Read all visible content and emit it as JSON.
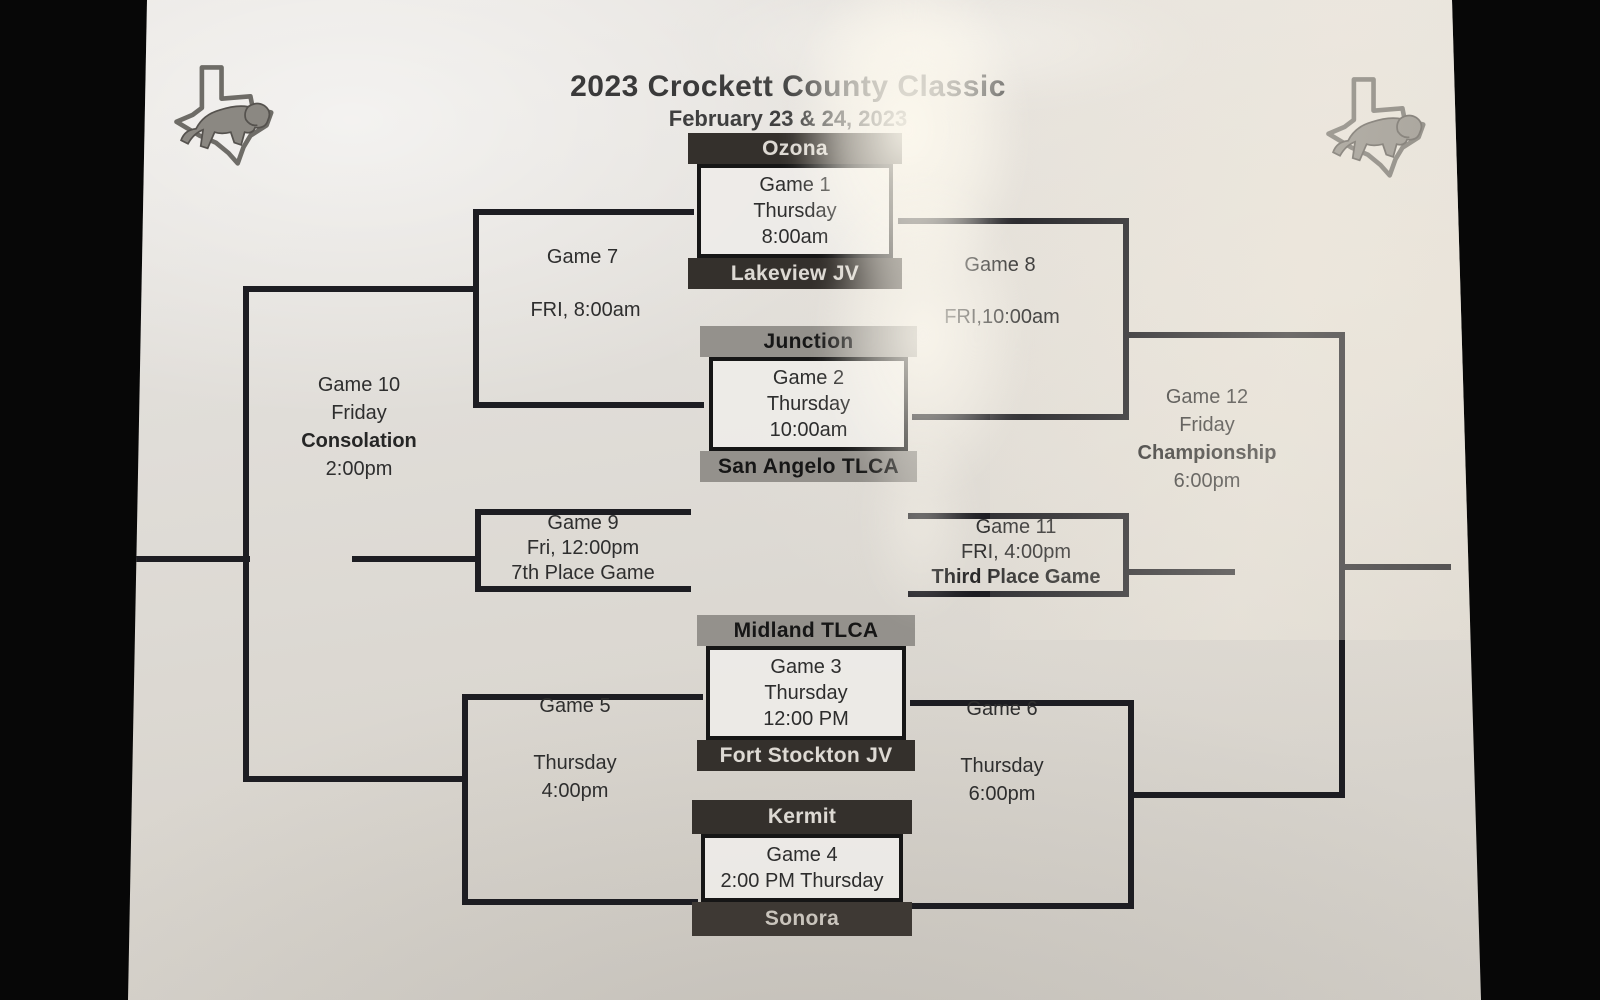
{
  "tournament": {
    "title": "2023 Crockett County Classic",
    "dates": "February 23 & 24, 2023"
  },
  "logos": {
    "left": "texas-lion-logo",
    "right": "texas-lion-logo"
  },
  "first_round": [
    {
      "top_team": "Ozona",
      "lines": [
        "Game 1",
        "Thursday",
        "8:00am"
      ],
      "bottom_team": "Lakeview JV"
    },
    {
      "top_team": "Junction",
      "lines": [
        "Game 2",
        "Thursday",
        "10:00am"
      ],
      "bottom_team": "San Angelo TLCA"
    },
    {
      "top_team": "Midland TLCA",
      "lines": [
        "Game 3",
        "Thursday",
        "12:00 PM"
      ],
      "bottom_team": "Fort Stockton JV"
    },
    {
      "top_team": "Kermit",
      "lines": [
        "Game 4",
        "2:00 PM Thursday"
      ],
      "bottom_team": "Sonora"
    }
  ],
  "games": {
    "g5": {
      "name": "Game 5",
      "day": "Thursday",
      "time": "4:00pm"
    },
    "g6": {
      "name": "Game 6",
      "day": "Thursday",
      "time": "6:00pm"
    },
    "g7": {
      "name": "Game 7",
      "time": "FRI, 8:00am"
    },
    "g8": {
      "name": "Game 8",
      "time": "FRI,10:00am"
    },
    "g9": {
      "name": "Game 9",
      "time": "Fri, 12:00pm",
      "note": "7th Place Game"
    },
    "g10": {
      "name": "Game 10",
      "day": "Friday",
      "note": "Consolation",
      "time": "2:00pm"
    },
    "g11": {
      "name": "Game 11",
      "time": "FRI, 4:00pm",
      "note": "Third Place Game"
    },
    "g12": {
      "name": "Game 12",
      "day": "Friday",
      "note": "Championship",
      "time": "6:00pm"
    }
  }
}
